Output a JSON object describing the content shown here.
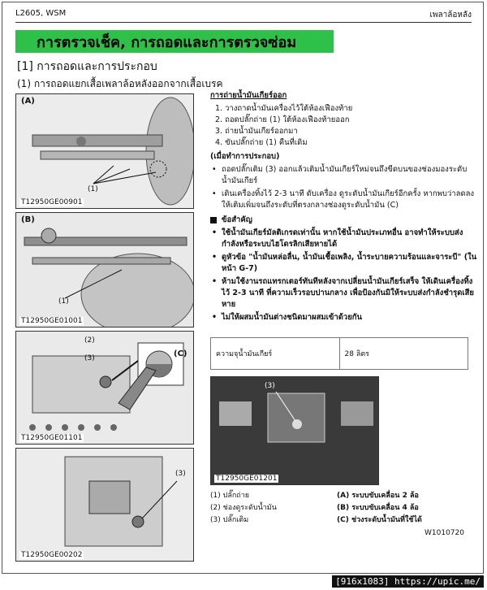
{
  "header": {
    "model": "L2605, WSM",
    "section": "เพลาล้อหลัง"
  },
  "banner": "การตรวจเช็ค, การถอดและการตรวจซ่อม",
  "section1": "[1]  การถอดและการประกอบ",
  "section2": "(1)  การถอดแยกเสื้อเพลาล้อหลังออกจากเสื้อเบรค",
  "figures": [
    {
      "label": "(A)",
      "code": "T12950GE00901",
      "callouts": [
        "(1)"
      ]
    },
    {
      "label": "(B)",
      "code": "T12950GE01001",
      "callouts": [
        "(1)"
      ]
    },
    {
      "label": "(C)",
      "code": "T12950GE01101",
      "callouts": [
        "(2)",
        "(3)"
      ]
    },
    {
      "label": "",
      "code": "T12950GE00202",
      "callouts": [
        "(3)"
      ]
    },
    {
      "label": "",
      "code": "T12950GE01201",
      "callouts": [
        "(3)"
      ]
    }
  ],
  "drain": {
    "title": "การถ่ายน้ำมันเกียร์ออก",
    "steps": [
      "1.  วางถาดน้ำมันเครื่องไว้ใต้ห้องเฟืองท้าย",
      "2.  ถอดปลั๊กถ่าย (1) ใต้ห้องเฟืองท้ายออก",
      "3.  ถ่ายน้ำมันเกียร์ออกมา",
      "4.  ขันปลั๊กถ่าย (1) คืนที่เดิม"
    ],
    "reassembly_head": "(เมื่อทำการประกอบ)",
    "reassembly": [
      "ถอดปลั๊กเติม (3) ออกแล้วเติมน้ำมันเกียร์ใหม่จนถึงขีดบนของช่องมองระดับน้ำมันเกียร์",
      "เดินเครื่องทิ้งไว้ 2-3 นาที ดับเครื่อง ดูระดับน้ำมันเกียร์อีกครั้ง หากพบว่าลดลง ให้เติมเพิ่มจนถึงระดับที่ตรงกลางช่องดูระดับน้ำมัน (C)"
    ],
    "important_head": "ข้อสำคัญ",
    "important": [
      "ใช้น้ำมันเกียร์มัลติเกรดเท่านั้น หากใช้น้ำมันประเภทอื่น อาจทำให้ระบบส่งกำลังหรือระบบไฮโดรลิกเสียหายได้",
      "ดูหัวข้อ \"น้ำมันหล่อลื่น, น้ำมันเชื้อเพลิง, น้ำระบายความร้อนและจาระบี\" (ในหน้า G-7)",
      "ห้ามใช้งานรถแทรกเตอร์ทันทีหลังจากเปลี่ยนน้ำมันเกียร์เสร็จ ให้เดินเครื่องทิ้งไว้ 2-3 นาที ที่ความเร็วรอบปานกลาง เพื่อป้องกันมิให้ระบบส่งกำลังชำรุดเสียหาย",
      "ไม่ให้ผสมน้ำมันต่างชนิดมาผสมเข้าด้วยกัน"
    ]
  },
  "spec": {
    "label": "ความจุน้ำมันเกียร์",
    "value": "28 ลิตร"
  },
  "legend": {
    "left": [
      "(1) ปลั๊กถ่าย",
      "(2) ช่องดูระดับน้ำมัน",
      "(3) ปลั๊กเติม"
    ],
    "right": [
      "(A) ระบบขับเคลื่อน 2 ล้อ",
      "(B) ระบบขับเคลื่อน 4 ล้อ",
      "(C) ช่วงระดับน้ำมันที่ใช้ได้"
    ]
  },
  "ref_code": "W1010720",
  "watermark": "[916x1083] https://upic.me/"
}
